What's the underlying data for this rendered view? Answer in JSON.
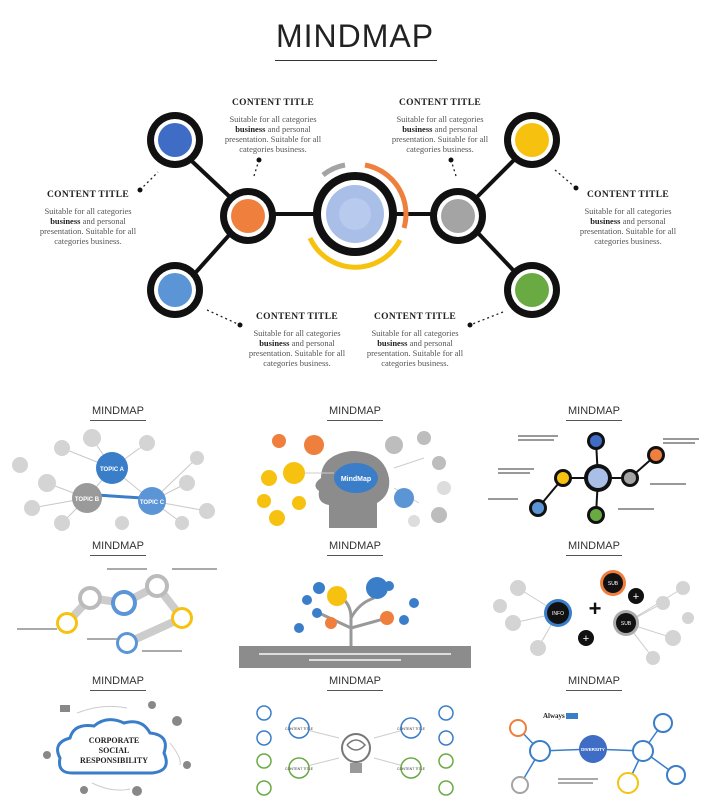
{
  "page": {
    "title": "MINDMAP"
  },
  "hero": {
    "blocks": [
      {
        "title": "CONTENT TITLE",
        "line1": "Suitable for all categories",
        "bold": "business",
        "line2": " and personal",
        "line3": "presentation. Suitable for all",
        "line4": "categories business."
      },
      {
        "title": "CONTENT TITLE",
        "line1": "Suitable for all categories",
        "bold": "business",
        "line2": " and personal",
        "line3": "presentation. Suitable for all",
        "line4": "categories business."
      },
      {
        "title": "CONTENT TITLE",
        "line1": "Suitable for all categories",
        "bold": "business",
        "line2": " and personal",
        "line3": "presentation. Suitable for all",
        "line4": "categories business."
      },
      {
        "title": "CONTENT TITLE",
        "line1": "Suitable for all categories",
        "bold": "business",
        "line2": " and personal",
        "line3": "presentation. Suitable for all",
        "line4": "categories business."
      },
      {
        "title": "CONTENT TITLE",
        "line1": "Suitable for all categories",
        "bold": "business",
        "line2": " and personal",
        "line3": "presentation. Suitable for all",
        "line4": "categories business."
      },
      {
        "title": "CONTENT TITLE",
        "line1": "Suitable for all categories",
        "bold": "business",
        "line2": " and personal",
        "line3": "presentation. Suitable for all",
        "line4": "categories business."
      }
    ],
    "colors": {
      "blue_dark": "#3f6cc4",
      "orange": "#ef7f3c",
      "blue_light": "#5b95d6",
      "center": "#a9bfe8",
      "gray": "#a4a4a4",
      "yellow": "#f7c20f",
      "green": "#6aaa43"
    }
  },
  "thumbnails": [
    {
      "title": "MINDMAP",
      "topics": [
        "TOPIC A",
        "TOPIC B",
        "TOPIC C"
      ]
    },
    {
      "title": "MINDMAP",
      "center": "MindMap"
    },
    {
      "title": "MINDMAP"
    },
    {
      "title": "MINDMAP"
    },
    {
      "title": "MINDMAP"
    },
    {
      "title": "MINDMAP",
      "nodes": [
        "INFO",
        "SUB",
        "SUB"
      ]
    },
    {
      "title": "MINDMAP",
      "cloud": [
        "CORPORATE",
        "SOCIAL",
        "RESPONSIBILITY"
      ]
    },
    {
      "title": "MINDMAP",
      "labels": [
        "CONTENT TITLE",
        "CONTENT TITLE",
        "CONTENT TITLE",
        "CONTENT TITLE"
      ]
    },
    {
      "title": "MINDMAP",
      "always": "Always",
      "center": "DIVERSITY"
    }
  ]
}
